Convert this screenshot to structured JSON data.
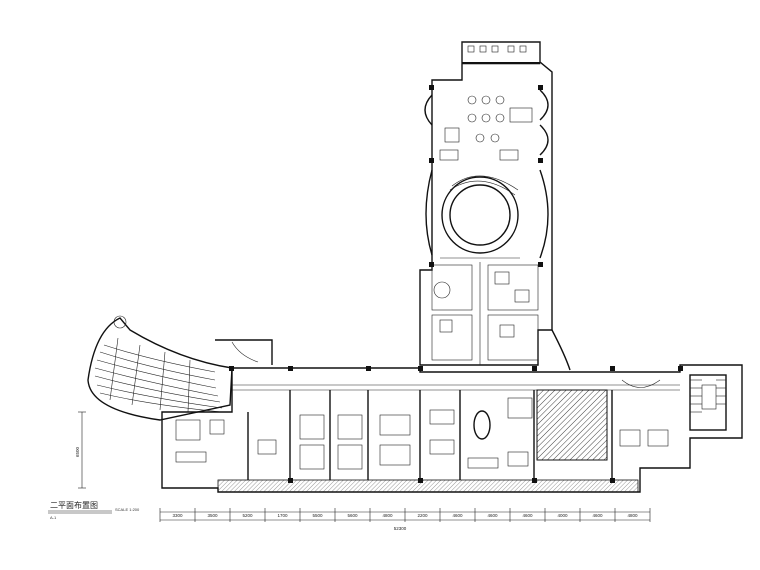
{
  "drawing": {
    "title": "二平面布置图",
    "scale_note": "SCALE 1:200",
    "tag": "A-1"
  },
  "dimensions": {
    "bottom_segments": [
      "3300",
      "3500",
      "5200",
      "1700",
      "5500",
      "5600",
      "4800",
      "2200",
      "4600",
      "4600",
      "4600",
      "4000",
      "4600",
      "4800"
    ],
    "bottom_total": "52300",
    "left_vertical": "6500"
  },
  "colors": {
    "line": "#111111",
    "background": "#ffffff"
  }
}
